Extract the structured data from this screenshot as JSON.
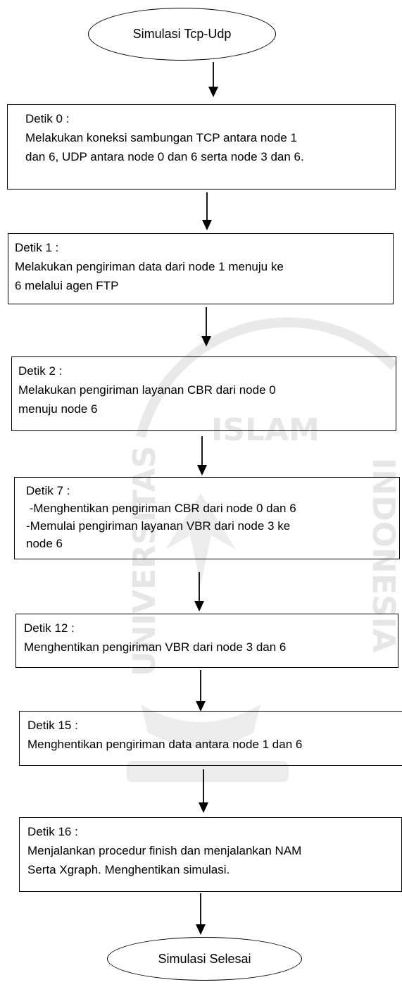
{
  "start": "Simulasi Tcp-Udp",
  "end": "Simulasi Selesai",
  "steps": [
    {
      "title": "Detik 0 :",
      "lines": [
        "Melakukan koneksi sambungan TCP antara node 1",
        "dan 6, UDP antara node 0 dan 6 serta node 3 dan 6."
      ]
    },
    {
      "title": "Detik 1 :",
      "lines": [
        "Melakukan pengiriman data dari node 1 menuju ke",
        "6 melalui agen FTP"
      ]
    },
    {
      "title": "Detik 2 :",
      "lines": [
        "Melakukan pengiriman layanan CBR dari node 0",
        "menuju node 6"
      ]
    },
    {
      "title": "Detik 7 :",
      "lines": [
        " -Menghentikan pengiriman CBR dari node 0 dan 6",
        "-Memulai pengiriman layanan VBR dari node 3 ke",
        "node 6"
      ]
    },
    {
      "title": "Detik 12 :",
      "lines": [
        "Menghentikan pengiriman VBR dari node 3 dan 6"
      ]
    },
    {
      "title": "Detik 15 :",
      "lines": [
        "Menghentikan pengiriman data antara node 1 dan 6"
      ]
    },
    {
      "title": "Detik 16 :",
      "lines": [
        "Menjalankan procedur finish dan menjalankan NAM",
        "Serta Xgraph. Menghentikan simulasi."
      ]
    }
  ],
  "watermark": {
    "top_text": "ISLAM",
    "left_text": "UNIVERSITAS",
    "right_text": "INDONESIA"
  }
}
